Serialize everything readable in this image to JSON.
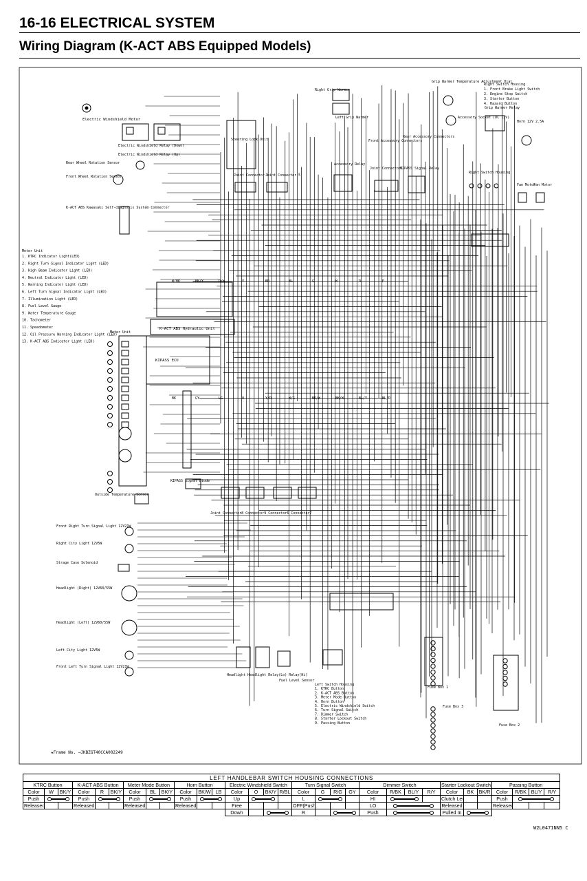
{
  "header": {
    "section": "16-16 ELECTRICAL SYSTEM",
    "title": "Wiring Diagram (K-ACT ABS Equipped Models)"
  },
  "components": {
    "electric_windshield_motor": "Electric Windshield Motor",
    "windshield_relay_down": "Electric Windshield Relay (Down)",
    "windshield_relay_up": "Electric Windshield Relay (Up)",
    "rear_wheel_sensor": "Rear Wheel Rotation Sensor",
    "front_wheel_sensor": "Front Wheel Rotation Sensor",
    "self_diag": "K-ACT ABS Kawasaki Self-diagnosis System Connector",
    "meter_unit_title": "Meter Unit",
    "meter_unit_label": "Meter Unit",
    "kact_hydraulic": "K-ACT ABS Hydraulic Unit",
    "kipass_ecu": "KIPASS ECU",
    "steering_lock": "Steering Lock Unit",
    "joint_connector_4": "Joint Connector 4",
    "joint_connector_5": "Joint Connector 5",
    "right_grip_warmer": "Right Grip Warmer",
    "left_grip_warmer": "Left Grip Warmer",
    "grip_warmer_dial": "Grip Warmer Temperature Adjustment Dial",
    "right_switch_housing": "Right Switch Housing",
    "accessory_socket": "Accessory Socket (DC 12V)",
    "grip_warmer_relay": "Grip Warmer Relay",
    "horn": "Horn 12V 2.5A",
    "front_accessory": "Front Accessory Connectors",
    "rear_accessory": "Rear Accessory Connectors",
    "accessory_relay": "Accessory Relay",
    "joint_connector_1": "Joint Connector1",
    "kipass_signal_relay": "KIPASS Signal Relay",
    "right_switch_housing2": "Right Switch Housing",
    "fan_motor_left": "Fan Motor",
    "fan_motor_right": "Fan Motor",
    "outside_temp": "Outside Temperature Sensor",
    "kipass_diode": "KIPASS Signal Diode",
    "joint_connectors_row": "Joint Connector8 Connector9 Connector6 Connector7",
    "front_right_turn": "Front Right Turn Signal Light 12V21W",
    "right_city": "Right City Light 12V5W",
    "storage_case": "Strage Case Solenoid",
    "headlight_right": "Headlight (Right) 12V60/55W",
    "headlight_left": "Headlight (Left) 12V60/55W",
    "left_city": "Left City Light 12V5W",
    "front_left_turn": "Front Left Turn Signal Light 12V21W",
    "headlight_relays": "Headlight Headlight Relay(Lo) Relay(Hi)",
    "fuel_sensor": "Fuel Level Sensor",
    "fuse_box_1": "Fuse Box 1",
    "fuse_box_2": "Fuse Box 2",
    "fuse_box_3": "Fuse Box 3"
  },
  "meter_unit_items": [
    "1. KTRC Indicator Light(LED)",
    "2. Right Turn Signal Indicator Light (LED)",
    "3. High Beam Indicator Light (LED)",
    "4. Neutral Indicator Light (LED)",
    "5. Warning Indicator Light (LED)",
    "6. Left Turn Signal Indicator Light (LED)",
    "7. Illumination Light (LED)",
    "8. Fuel Level Gauge",
    "9. Water Temperature Gauge",
    "10. Tachometer",
    "11. Speedometer",
    "12. Oil Pressure Warning Indicator Light (LED)",
    "13. K-ACT ABS Indicator Light (LED)"
  ],
  "right_switch_items": [
    "Right Switch Housing",
    "1. Front Brake Light Switch",
    "2. Engine Stop Switch",
    "3. Starter Button",
    "4. Hazard Button"
  ],
  "left_switch_items": [
    "Left Switch Housing",
    "1. KTRC Button",
    "2. K-ACT ABS Button",
    "3. Meter Mode Button",
    "4. Horn Button",
    "5. Electric Windshield Switch",
    "6. Turn Signal Switch",
    "7. Dimmer Switch",
    "8. Starter Lockout Switch",
    "9. Passing Button"
  ],
  "wire_colors": [
    "W/BK",
    "BK/Y",
    "R/W",
    "Y",
    "BR",
    "BL",
    "G",
    "W",
    "R",
    "P",
    "BK",
    "GY",
    "LG",
    "O",
    "Y/R",
    "W/G",
    "BR/W",
    "BK/W",
    "BL/Y",
    "BL/R"
  ],
  "frame_note": "★Frame No. →JKBZGT40CCA002249",
  "drawing_code": "W2L0471NN5 C",
  "table": {
    "caption": "LEFT HANDLEBAR SWITCH HOUSING CONNECTIONS",
    "groups": [
      "KTRC Button",
      "K-ACT ABS Button",
      "Meter Mode Button",
      "Horn Button",
      "Electric Windshield Switch",
      "Turn Signal Switch",
      "Dimmer Switch",
      "Starter Lockout Switch",
      "Passing Button"
    ],
    "ktrc": {
      "color": "Color",
      "c1": "W",
      "c2": "BK/Y",
      "r1": "Push",
      "r2": "Released"
    },
    "abs": {
      "color": "Color",
      "c1": "R",
      "c2": "BK/Y",
      "r1": "Push",
      "r2": "Released"
    },
    "meter": {
      "color": "Color",
      "c1": "BL",
      "c2": "BK/Y",
      "r1": "Push",
      "r2": "Released"
    },
    "horn": {
      "color": "Color",
      "c1": "BK/W",
      "c2": "LB",
      "r1": "Push",
      "r2": "Released"
    },
    "windshield": {
      "color": "Color",
      "c1": "O",
      "c2": "BK/Y",
      "c3": "R/BL",
      "r1": "Up",
      "r2": "Free",
      "r3": "Down"
    },
    "turn": {
      "color": "Color",
      "c1": "G",
      "c2": "R/G",
      "c3": "GY",
      "r1": "L",
      "r2": "OFF(Push)",
      "r3": "R"
    },
    "dimmer": {
      "color": "Color",
      "c1": "R/BK",
      "c2": "BL/Y",
      "c3": "R/Y",
      "r1": "HI",
      "r2": "LO",
      "r3": "Push"
    },
    "lockout": {
      "color": "Color",
      "c1": "BK",
      "c2": "BK/R",
      "r1": "Clutch Lever",
      "r2": "Released",
      "r3": "Pulled In"
    },
    "passing": {
      "color": "Color",
      "c1": "R/BK",
      "c2": "BL/Y",
      "c3": "R/Y",
      "r1": "Push",
      "r2": "Released"
    }
  }
}
